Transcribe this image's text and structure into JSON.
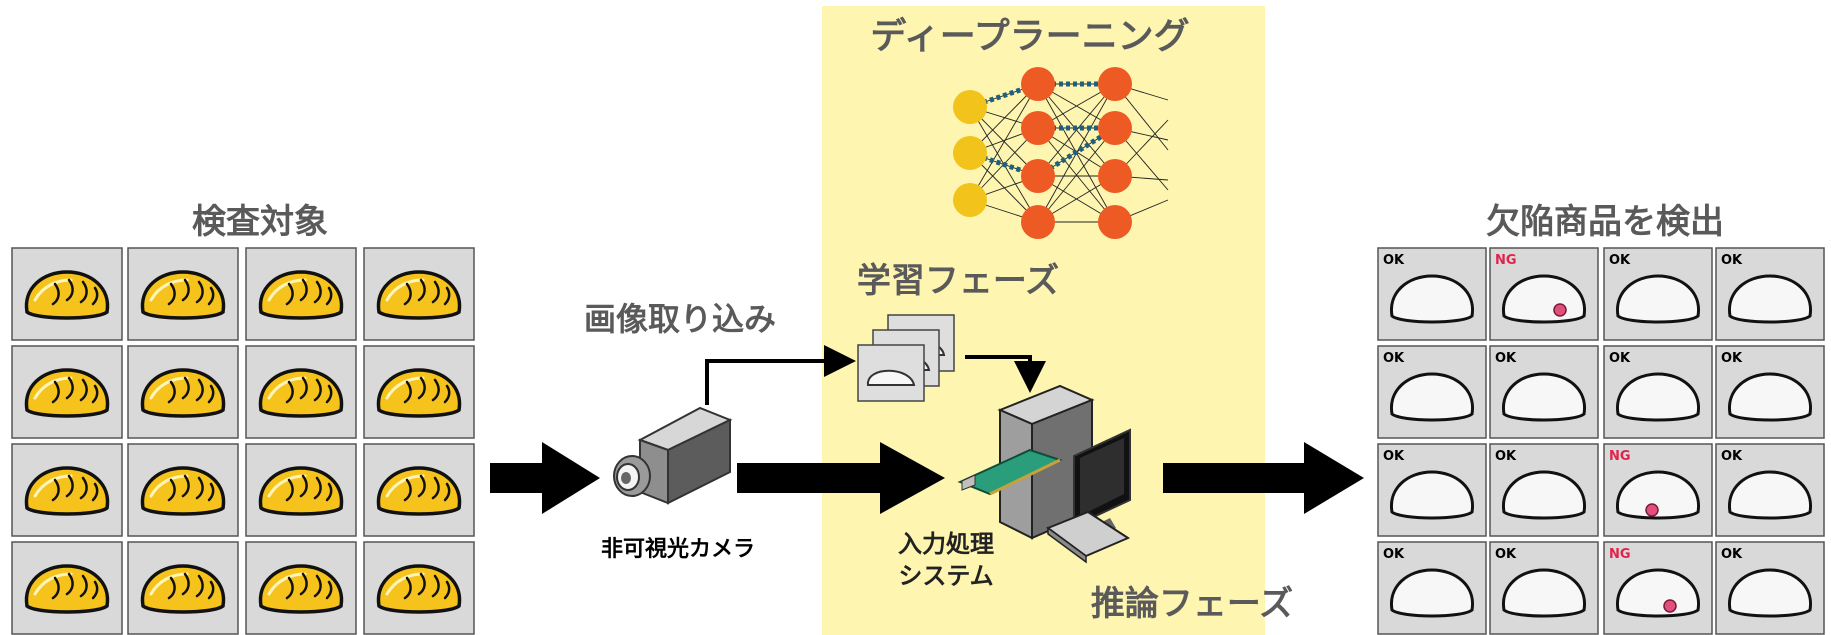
{
  "labels": {
    "inspection_target": "検査対象",
    "image_capture": "画像取り込み",
    "deep_learning": "ディープラーニング",
    "learning_phase": "学習フェーズ",
    "camera": "非可視光カメラ",
    "input_system_line1": "入力処理",
    "input_system_line2": "システム",
    "inference_phase": "推論フェーズ",
    "defect_detection": "欠陥商品を検出"
  },
  "results": [
    [
      "OK",
      "NG",
      "OK",
      "OK"
    ],
    [
      "OK",
      "OK",
      "OK",
      "OK"
    ],
    [
      "OK",
      "OK",
      "NG",
      "OK"
    ],
    [
      "OK",
      "OK",
      "NG",
      "OK"
    ]
  ],
  "colors": {
    "highlight_panel": "#fdf5b0",
    "bread_fill": "#f6c21c",
    "tile_bg": "#d9d9d9",
    "neuron_input": "#f2c31a",
    "neuron_hidden": "#ee5a24",
    "weak_link": "#1f5f7f",
    "ng_text": "#e0234b",
    "label_gray": "#5a5a5a",
    "defect": "#e0507a"
  },
  "icons": [
    "bread-icon",
    "camera-icon",
    "computer-icon",
    "monitor-icon",
    "keyboard-icon",
    "circuit-board-icon",
    "neural-network-icon",
    "sample-images-icon",
    "arrow-right-icon"
  ]
}
